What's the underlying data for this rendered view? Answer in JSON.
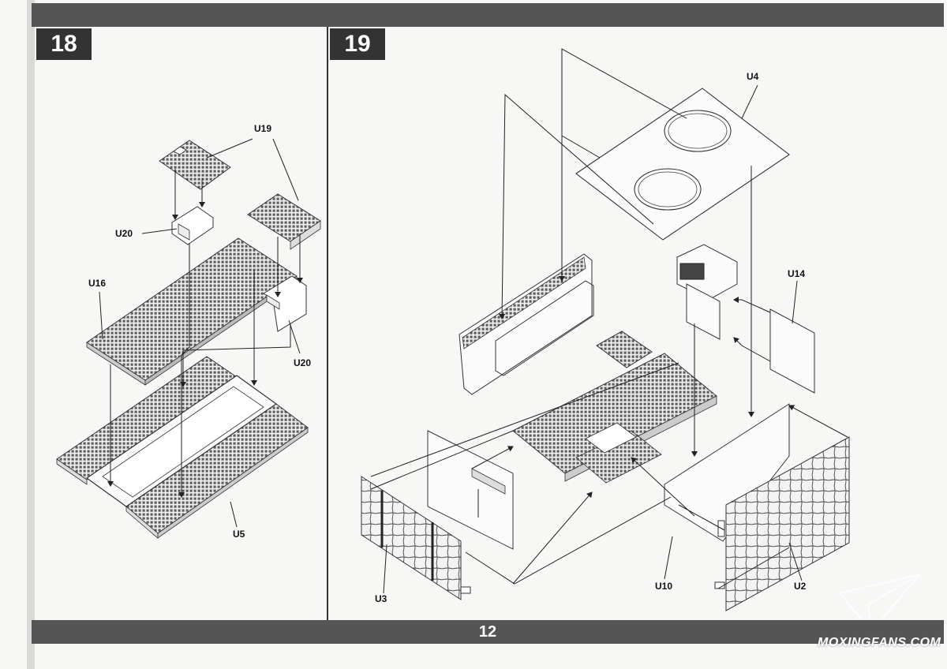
{
  "page_number": "12",
  "steps": [
    {
      "number": "18",
      "labels": {
        "u19": "U19",
        "u20a": "U20",
        "u16": "U16",
        "u20b": "U20",
        "u5": "U5"
      }
    },
    {
      "number": "19",
      "labels": {
        "u4": "U4",
        "u14": "U14",
        "u3": "U3",
        "u10": "U10",
        "u2": "U2"
      }
    }
  ],
  "watermark": "MOXINGFANS.COM",
  "colors": {
    "bar": "#555555",
    "step_box": "#333333",
    "grid_dark": "#6a6a6a"
  }
}
